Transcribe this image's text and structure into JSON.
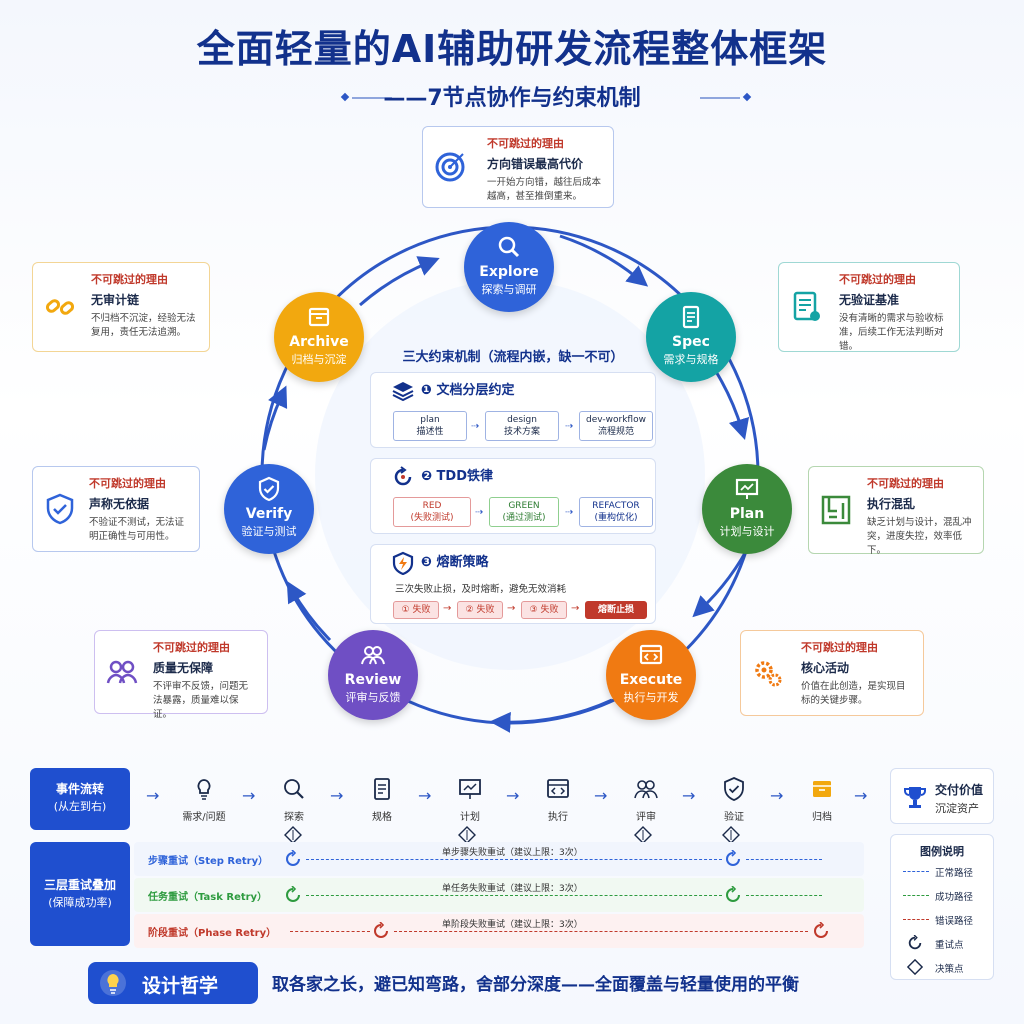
{
  "header": {
    "title": "全面轻量的AI辅助研发流程整体框架",
    "subtitle": "——7节点协作与约束机制"
  },
  "reason_label": "不可跳过的理由",
  "nodes": {
    "explore": {
      "en": "Explore",
      "cn": "探索与调研",
      "color": "#2f63d9",
      "reason_head": "方向错误最高代价",
      "reason_body": "一开始方向错，越往后成本越高，甚至推倒重来。"
    },
    "spec": {
      "en": "Spec",
      "cn": "需求与规格",
      "color": "#14a3a4",
      "reason_head": "无验证基准",
      "reason_body": "没有清晰的需求与验收标准，后续工作无法判断对错。"
    },
    "plan": {
      "en": "Plan",
      "cn": "计划与设计",
      "color": "#3b8a3b",
      "reason_head": "执行混乱",
      "reason_body": "缺乏计划与设计，混乱冲突，进度失控，效率低下。"
    },
    "execute": {
      "en": "Execute",
      "cn": "执行与开发",
      "color": "#f07a12",
      "reason_head": "核心活动",
      "reason_body": "价值在此创造，是实现目标的关键步骤。"
    },
    "review": {
      "en": "Review",
      "cn": "评审与反馈",
      "color": "#6f4fc4",
      "reason_head": "质量无保障",
      "reason_body": "不评审不反馈，问题无法暴露，质量难以保证。"
    },
    "verify": {
      "en": "Verify",
      "cn": "验证与测试",
      "color": "#2f63d9",
      "reason_head": "声称无依据",
      "reason_body": "不验证不测试，无法证明正确性与可用性。"
    },
    "archive": {
      "en": "Archive",
      "cn": "归档与沉淀",
      "color": "#f2a80f",
      "reason_head": "无审计链",
      "reason_body": "不归档不沉淀，经验无法复用，责任无法追溯。"
    }
  },
  "center": {
    "title": "三大约束机制（流程内嵌，缺一不可）",
    "doc": {
      "heading": "❶ 文档分层约定",
      "items": [
        {
          "en": "plan",
          "cn": "描述性"
        },
        {
          "en": "design",
          "cn": "技术方案"
        },
        {
          "en": "dev-workflow",
          "cn": "流程规范"
        }
      ]
    },
    "tdd": {
      "heading": "❷ TDD铁律",
      "items": [
        {
          "en": "RED",
          "cn": "(失败测试)"
        },
        {
          "en": "GREEN",
          "cn": "(通过测试)"
        },
        {
          "en": "REFACTOR",
          "cn": "(重构优化)"
        }
      ]
    },
    "fuse": {
      "heading": "❸ 熔断策略",
      "desc": "三次失败止损，及时熔断，避免无效消耗",
      "items": [
        "① 失败",
        "② 失败",
        "③ 失败"
      ],
      "stop": "熔断止损"
    }
  },
  "flow": {
    "event_label": "事件流转",
    "event_sub": "(从左到右)",
    "steps": [
      "需求/问题",
      "探索",
      "规格",
      "计划",
      "执行",
      "评审",
      "验证",
      "归档"
    ],
    "deliver_title": "交付价值",
    "deliver_sub": "沉淀资产"
  },
  "retry": {
    "label": "三层重试叠加",
    "label_sub": "(保障成功率)",
    "rows": [
      {
        "name": "步骤重试（Step Retry）",
        "mid": "单步骤失败重试（建议上限：3次）",
        "color": "#2f63d9"
      },
      {
        "name": "任务重试（Task Retry）",
        "mid": "单任务失败重试（建议上限：3次）",
        "color": "#2e9b3f"
      },
      {
        "name": "阶段重试（Phase Retry）",
        "mid": "单阶段失败重试（建议上限：3次）",
        "color": "#c0392b"
      }
    ]
  },
  "legend": {
    "title": "图例说明",
    "items": [
      "正常路径",
      "成功路径",
      "错误路径",
      "重试点",
      "决策点"
    ]
  },
  "philosophy": {
    "label": "设计哲学",
    "text": "取各家之长，避已知弯路，舍部分深度——全面覆盖与轻量使用的平衡"
  }
}
